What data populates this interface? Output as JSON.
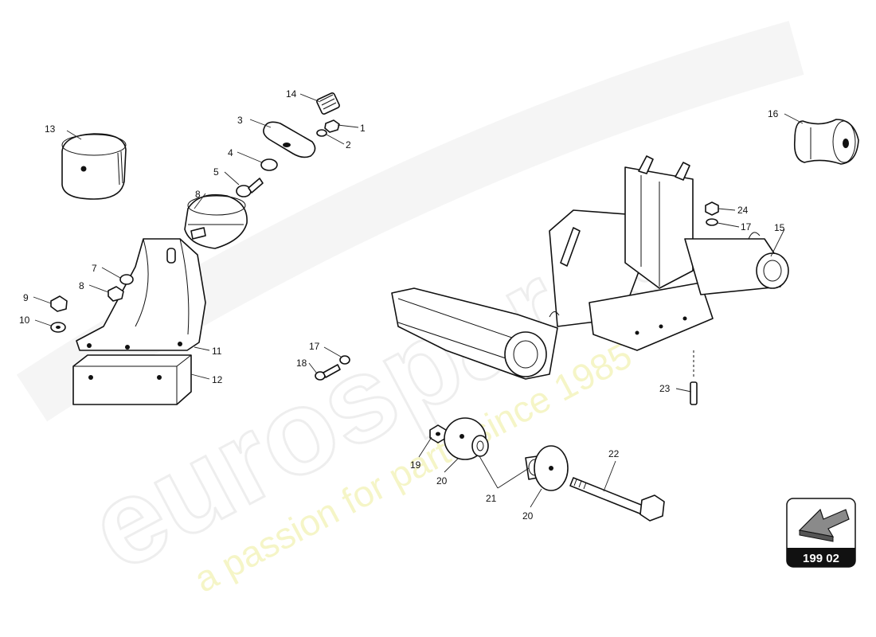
{
  "watermark": {
    "brand": "eurospares",
    "tagline": "a passion for parts since 1985"
  },
  "callouts": [
    {
      "id": "c1",
      "text": "1"
    },
    {
      "id": "c2",
      "text": "2"
    },
    {
      "id": "c3",
      "text": "3"
    },
    {
      "id": "c4",
      "text": "4"
    },
    {
      "id": "c5",
      "text": "5"
    },
    {
      "id": "c7",
      "text": "7"
    },
    {
      "id": "c8a",
      "text": "8"
    },
    {
      "id": "c8b",
      "text": "8"
    },
    {
      "id": "c9",
      "text": "9"
    },
    {
      "id": "c10",
      "text": "10"
    },
    {
      "id": "c11",
      "text": "11"
    },
    {
      "id": "c12",
      "text": "12"
    },
    {
      "id": "c13",
      "text": "13"
    },
    {
      "id": "c14",
      "text": "14"
    },
    {
      "id": "c15",
      "text": "15"
    },
    {
      "id": "c16",
      "text": "16"
    },
    {
      "id": "c17a",
      "text": "17"
    },
    {
      "id": "c17b",
      "text": "17"
    },
    {
      "id": "c18",
      "text": "18"
    },
    {
      "id": "c19",
      "text": "19"
    },
    {
      "id": "c20a",
      "text": "20"
    },
    {
      "id": "c20b",
      "text": "20"
    },
    {
      "id": "c21",
      "text": "21"
    },
    {
      "id": "c22",
      "text": "22"
    },
    {
      "id": "c23",
      "text": "23"
    },
    {
      "id": "c24",
      "text": "24"
    }
  ],
  "reference_box": {
    "code": "199 02",
    "icon": "arrow-icon"
  }
}
